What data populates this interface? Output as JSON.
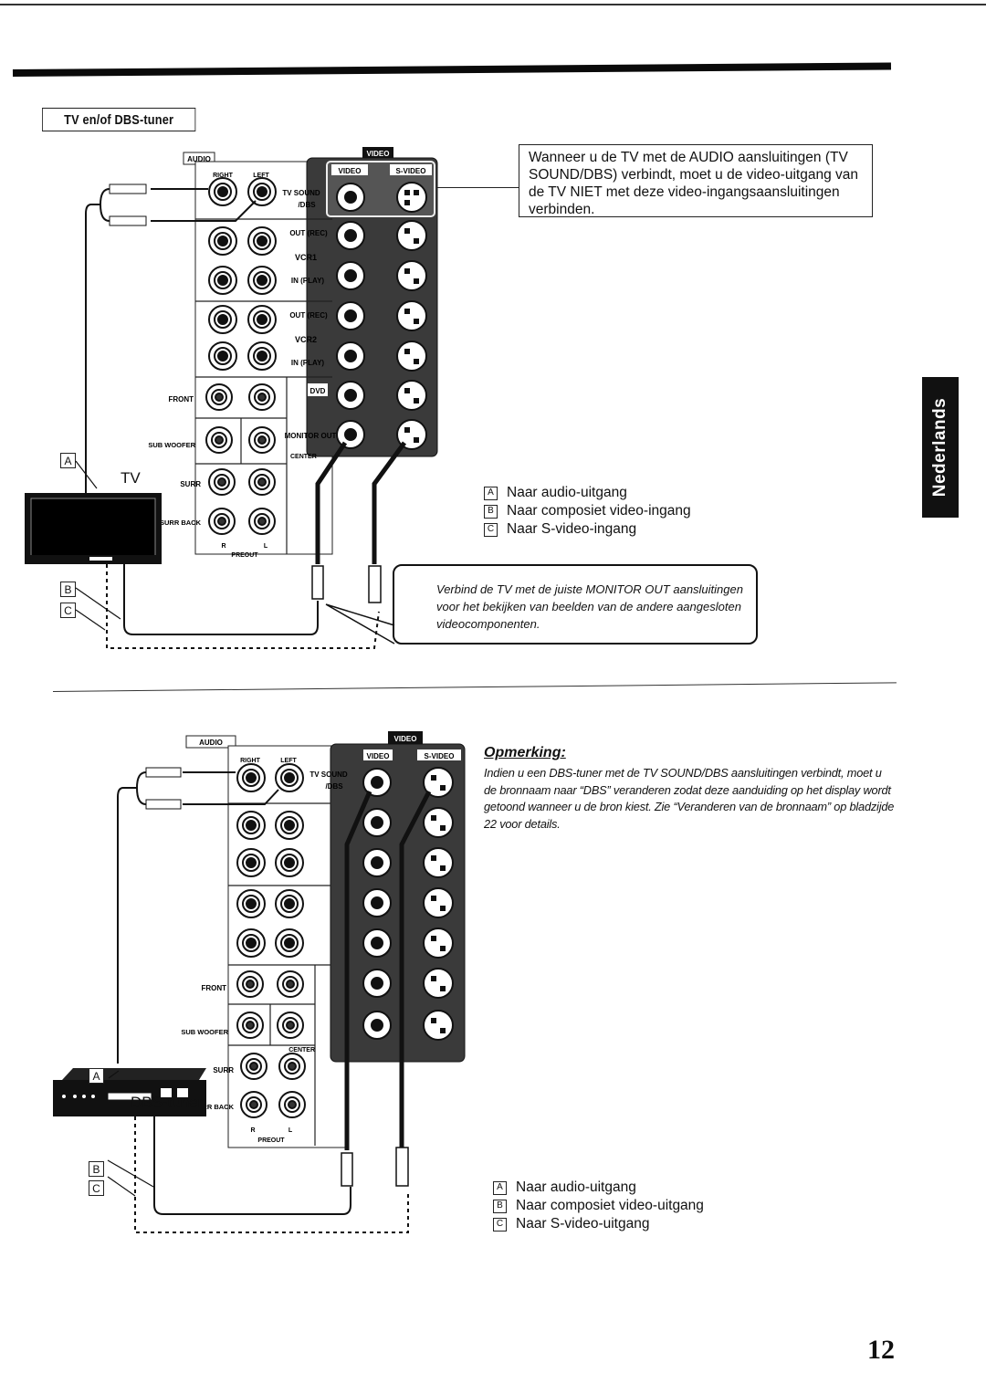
{
  "page": {
    "section_title": "TV en/of DBS-tuner",
    "language_tab": "Nederlands",
    "page_number": "12"
  },
  "top_diagram": {
    "device_label": "TV",
    "panel_labels": {
      "audio": "AUDIO",
      "video": "VIDEO",
      "right": "RIGHT",
      "left": "LEFT",
      "video_col": "VIDEO",
      "svideo_col": "S-VIDEO",
      "tv_sound": "TV SOUND",
      "dbs": "/DBS",
      "out_rec": "OUT (REC)",
      "vcr1": "VCR1",
      "in_play": "IN (PLAY)",
      "vcr2": "VCR2",
      "dvd": "DVD",
      "monitor_out": "MONITOR OUT",
      "front": "FRONT",
      "subwoofer": "SUB WOOFER",
      "center": "CENTER",
      "surr": "SURR",
      "surr_back": "SURR BACK",
      "r": "R",
      "l": "L",
      "preout": "PREOUT"
    },
    "callout": "Wanneer u de TV met de AUDIO aansluitingen (TV SOUND/DBS) verbindt, moet u de video-uitgang van de TV NIET met deze video-ingangsaansluitingen verbinden.",
    "legend": [
      {
        "letter": "A",
        "text": "Naar audio-uitgang"
      },
      {
        "letter": "B",
        "text": "Naar composiet video-ingang"
      },
      {
        "letter": "C",
        "text": "Naar S-video-ingang"
      }
    ],
    "bubble": "Verbind de TV met de juiste MONITOR OUT aansluitingen voor het bekijken van beelden van de andere aangesloten videocomponenten.",
    "tags": [
      "A",
      "B",
      "C"
    ]
  },
  "bottom_diagram": {
    "device_label": "DBS-tuner",
    "note_title": "Opmerking:",
    "note_body": "Indien u een DBS-tuner met de TV SOUND/DBS aansluitingen verbindt, moet u de bronnaam naar “DBS” veranderen zodat deze aanduiding op het display wordt getoond wanneer u de bron kiest. Zie “Veranderen van de bronnaam” op bladzijde 22 voor details.",
    "legend": [
      {
        "letter": "A",
        "text": "Naar audio-uitgang"
      },
      {
        "letter": "B",
        "text": "Naar composiet video-uitgang"
      },
      {
        "letter": "C",
        "text": "Naar S-video-uitgang"
      }
    ],
    "tags": [
      "A",
      "B",
      "C"
    ]
  }
}
